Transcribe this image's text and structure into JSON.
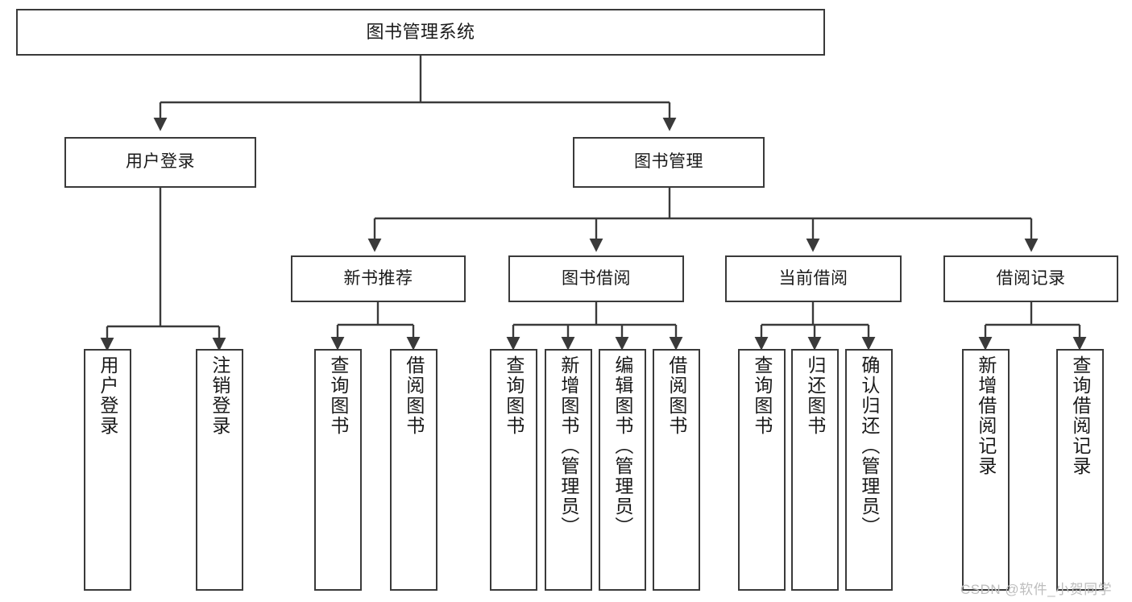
{
  "diagram": {
    "type": "tree-hierarchy-chart",
    "title": "图书管理系统",
    "watermark": "CSDN @软件_小贺同学",
    "stroke_color": "#3a3a3a",
    "fill_color": "#ffffff",
    "text_color": "#1a1a1a",
    "watermark_color": "#bdbdbd",
    "background": "#ffffff"
  },
  "nodes": {
    "root": {
      "label": "图书管理系统"
    },
    "level2": [
      {
        "id": "user-login",
        "label": "用户登录"
      },
      {
        "id": "book-management",
        "label": "图书管理"
      }
    ],
    "level3": [
      {
        "id": "new-book-recommend",
        "label": "新书推荐"
      },
      {
        "id": "book-borrow",
        "label": "图书借阅"
      },
      {
        "id": "current-borrow",
        "label": "当前借阅"
      },
      {
        "id": "borrow-record",
        "label": "借阅记录"
      }
    ],
    "leaves": {
      "user_login": [
        {
          "id": "leaf-user-login",
          "label": "用户登录"
        },
        {
          "id": "leaf-logout-login",
          "label": "注销登录"
        }
      ],
      "new_book_recommend": [
        {
          "id": "leaf-query-book-1",
          "label": "查询图书"
        },
        {
          "id": "leaf-borrow-book-1",
          "label": "借阅图书"
        }
      ],
      "book_borrow": [
        {
          "id": "leaf-query-book-2",
          "label": "查询图书"
        },
        {
          "id": "leaf-add-book",
          "label": "新增图书（管理员）"
        },
        {
          "id": "leaf-edit-book",
          "label": "编辑图书（管理员）"
        },
        {
          "id": "leaf-borrow-book-2",
          "label": "借阅图书"
        }
      ],
      "current_borrow": [
        {
          "id": "leaf-query-book-3",
          "label": "查询图书"
        },
        {
          "id": "leaf-return-book",
          "label": "归还图书"
        },
        {
          "id": "leaf-confirm-return",
          "label": "确认归还（管理员）"
        }
      ],
      "borrow_record": [
        {
          "id": "leaf-add-borrow-record",
          "label": "新增借阅记录"
        },
        {
          "id": "leaf-query-borrow-record",
          "label": "查询借阅记录"
        }
      ]
    }
  }
}
